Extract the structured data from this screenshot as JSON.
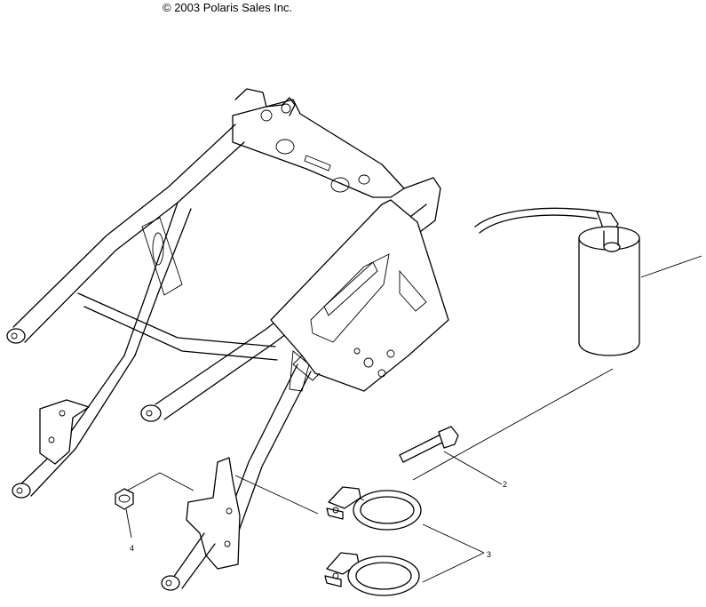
{
  "copyright": "© 2003 Polaris Sales Inc.",
  "callouts": {
    "part_2": "2",
    "part_3": "3",
    "part_4": "4"
  },
  "colors": {
    "ink": "#000000",
    "paper": "#ffffff"
  }
}
